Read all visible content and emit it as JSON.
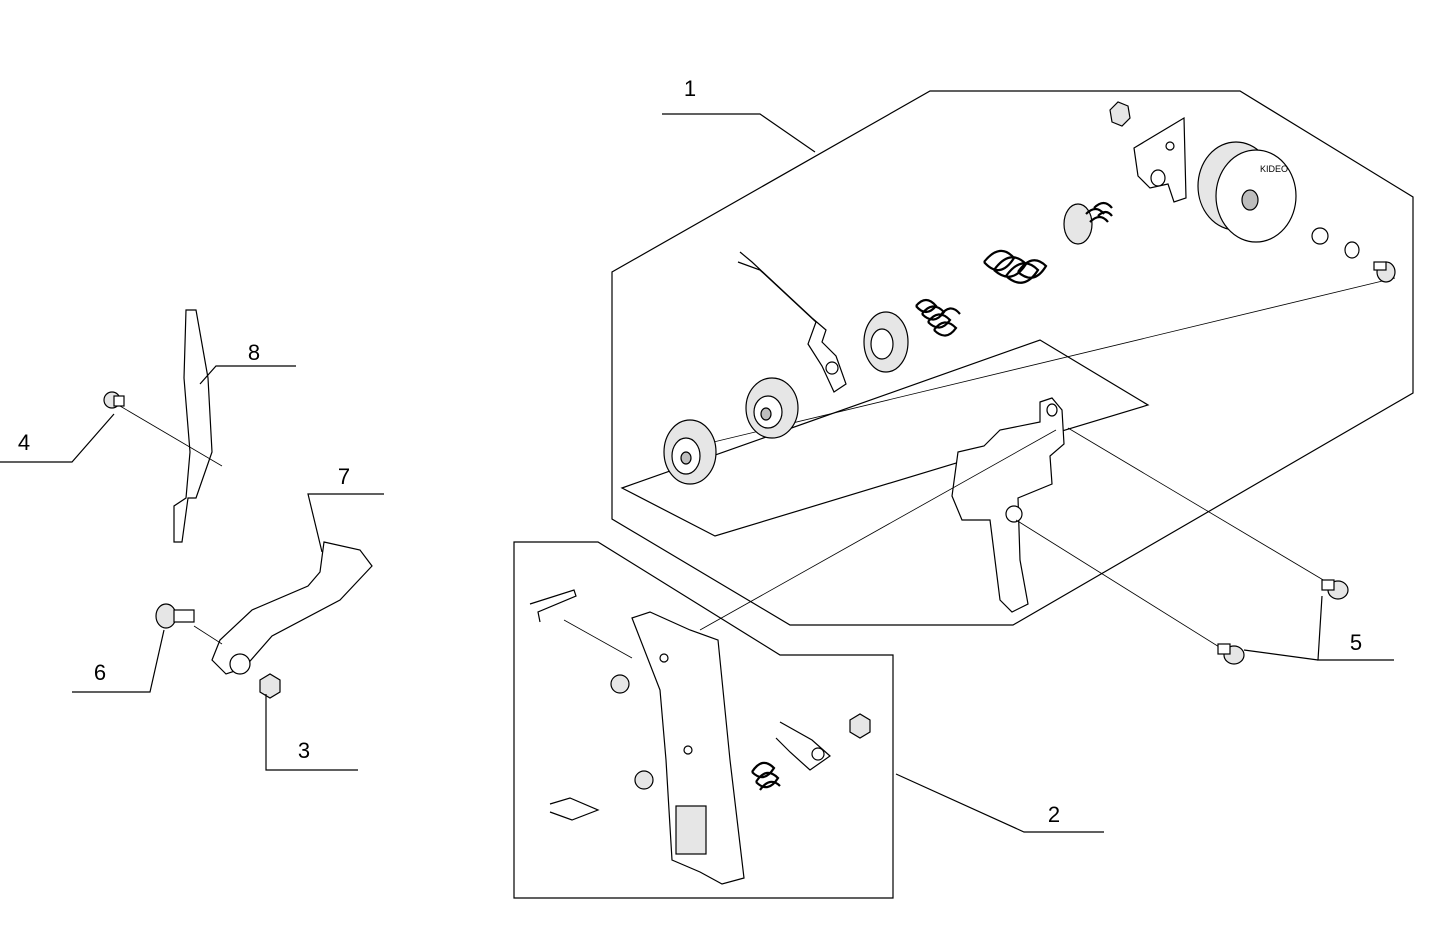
{
  "callouts": {
    "c1": "1",
    "c2": "2",
    "c3": "3",
    "c4": "4",
    "c5": "5",
    "c6": "6",
    "c7": "7",
    "c8": "8"
  },
  "knob_text": "KIDEO"
}
